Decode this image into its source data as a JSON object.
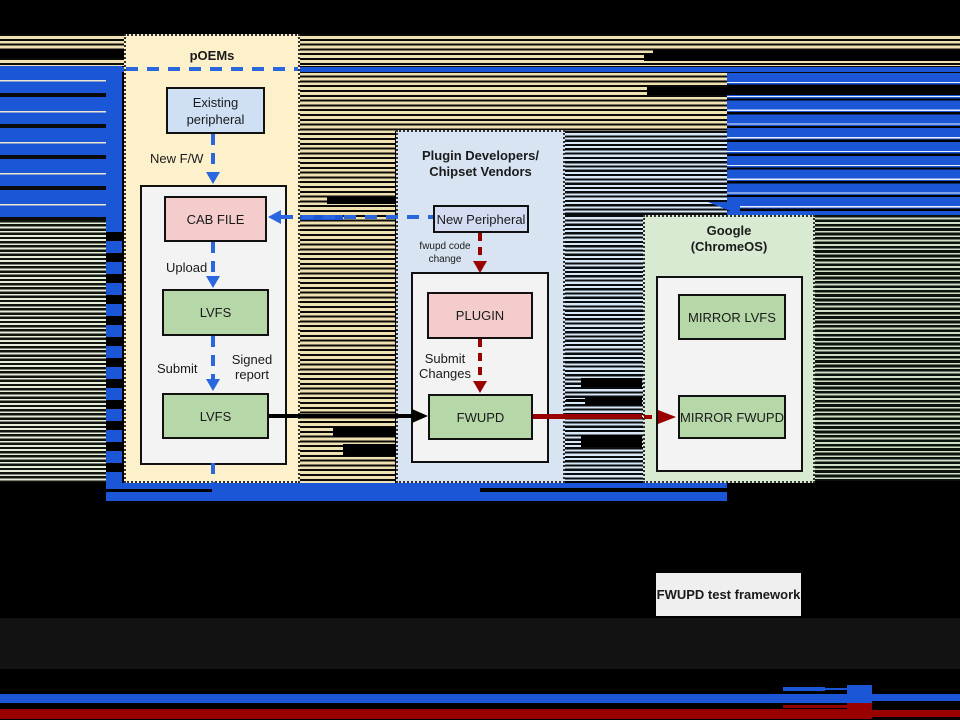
{
  "colors": {
    "blue_accent": "#1a56d6",
    "dashed_blue": "#2a66dd",
    "dark_red": "#990000",
    "tan_stripe": "#f0e1b2",
    "green_stripe": "#e3edda",
    "lightblue_stripe": "#d8e8f6",
    "darkgreen_stripe": "#cfdfc8",
    "poems_panel_bg": "#fdf1cc",
    "plugin_panel_bg": "#d8e4f2",
    "google_panel_bg": "#d9ead3",
    "pink_box_bg": "#f4cccc",
    "green_box_bg": "#b6d7a8",
    "peripheral_box_bg": "#cfe0f5",
    "inner_box_bg": "#f3f3f3",
    "test_framework_bg": "#efefef"
  },
  "poems": {
    "title": "pOEMs",
    "existing_peripheral": "Existing peripheral",
    "new_fw": "New F/W",
    "cab_file": "CAB FILE",
    "upload": "Upload",
    "lvfs_top": "LVFS",
    "submit": "Submit",
    "signed_report": "Signed report",
    "lvfs_bottom": "LVFS"
  },
  "plugin": {
    "title_line1": "Plugin Developers/",
    "title_line2": "Chipset Vendors",
    "new_peripheral": "New Peripheral",
    "fwupd_code_change": "fwupd code change",
    "plugin_box": "PLUGIN",
    "submit_changes": "Submit Changes",
    "fwupd_box": "FWUPD"
  },
  "google": {
    "title_line1": "Google",
    "title_line2": "(ChromeOS)",
    "mirror_lvfs": "MIRROR LVFS",
    "mirror_fwupd": "MIRROR FWUPD"
  },
  "test_framework": {
    "label": "FWUPD test framework"
  }
}
